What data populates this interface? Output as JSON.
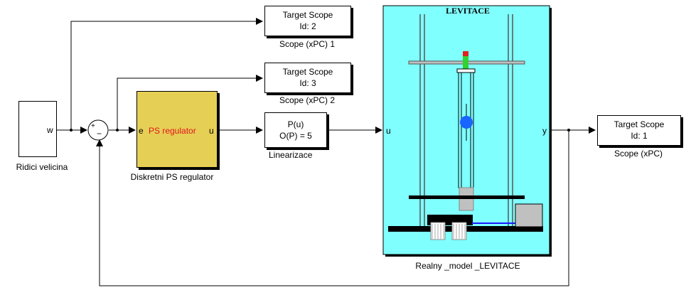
{
  "source": {
    "port_out": "w",
    "caption": "Ridici velicina"
  },
  "sum": {
    "signs": "+-"
  },
  "controller": {
    "title": "PS regulator",
    "port_in": "e",
    "port_out": "u",
    "caption": "Diskretni PS regulator",
    "fill_color": "#e6cf55",
    "title_color": "#e0141c"
  },
  "linearization": {
    "line1": "P(u)",
    "line2": "O(P) = 5",
    "caption": "Linearizace"
  },
  "scopes": [
    {
      "title": "Target Scope",
      "id_label": "Id: 2",
      "caption": "Scope  (xPC) 1"
    },
    {
      "title": "Target Scope",
      "id_label": "Id: 3",
      "caption": "Scope  (xPC) 2"
    },
    {
      "title": "Target Scope",
      "id_label": "Id: 1",
      "caption": "Scope  (xPC)"
    }
  ],
  "plant": {
    "title": "LEVITACE",
    "port_in": "u",
    "port_out": "y",
    "caption": "Realny _model _LEVITACE",
    "fill_color": "#80ffff"
  },
  "colors": {
    "ball": "#1a64ff",
    "magnet": "#32d232",
    "magnet_top": "#e02020",
    "wire": "#1a1aff",
    "equipment_gray": "#c0c0c0",
    "base_dark": "#000000"
  }
}
